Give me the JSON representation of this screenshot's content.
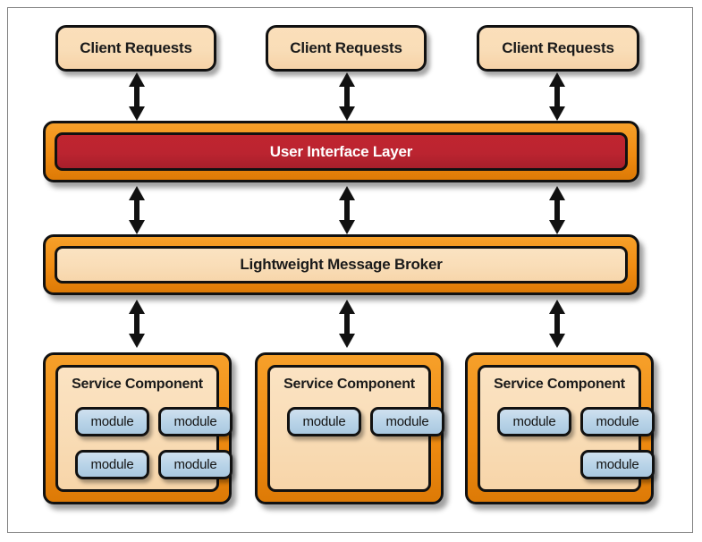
{
  "diagram": {
    "title": "Event-driven / service-based architecture diagram",
    "colors": {
      "orange_shell": "#f08c12",
      "peach_fill": "#f9ddb7",
      "red_bar": "#bb2430",
      "module_blue": "#b9d4e8",
      "stroke": "#111111",
      "frame": "#808080",
      "background": "#ffffff"
    }
  },
  "clients": [
    {
      "label": "Client Requests"
    },
    {
      "label": "Client Requests"
    },
    {
      "label": "Client Requests"
    }
  ],
  "ui_layer": {
    "label": "User Interface Layer"
  },
  "broker": {
    "label": "Lightweight Message Broker"
  },
  "services": [
    {
      "title": "Service Component",
      "modules": [
        {
          "label": "module"
        },
        {
          "label": "module"
        },
        {
          "label": "module"
        },
        {
          "label": "module"
        }
      ]
    },
    {
      "title": "Service Component",
      "modules": [
        {
          "label": "module"
        },
        {
          "label": "module"
        }
      ]
    },
    {
      "title": "Service Component",
      "modules": [
        {
          "label": "module"
        },
        {
          "label": "module"
        },
        {
          "label": "module"
        }
      ]
    }
  ],
  "connectors": [
    {
      "name": "client-1-to-ui",
      "direction": "bidirectional"
    },
    {
      "name": "client-2-to-ui",
      "direction": "bidirectional"
    },
    {
      "name": "client-3-to-ui",
      "direction": "bidirectional"
    },
    {
      "name": "ui-to-broker-1",
      "direction": "bidirectional"
    },
    {
      "name": "ui-to-broker-2",
      "direction": "bidirectional"
    },
    {
      "name": "ui-to-broker-3",
      "direction": "bidirectional"
    },
    {
      "name": "broker-to-service-1",
      "direction": "bidirectional"
    },
    {
      "name": "broker-to-service-2",
      "direction": "bidirectional"
    },
    {
      "name": "broker-to-service-3",
      "direction": "bidirectional"
    }
  ]
}
